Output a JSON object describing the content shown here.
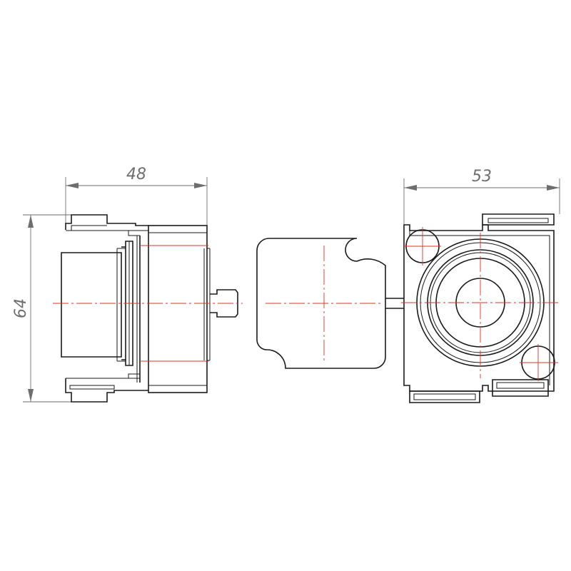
{
  "dimensions": {
    "side_width": "48",
    "front_width": "53",
    "height": "64"
  },
  "colors": {
    "outline": "#1a1a1a",
    "dimension": "#6e6e6e",
    "centerline": "#e0302a"
  }
}
